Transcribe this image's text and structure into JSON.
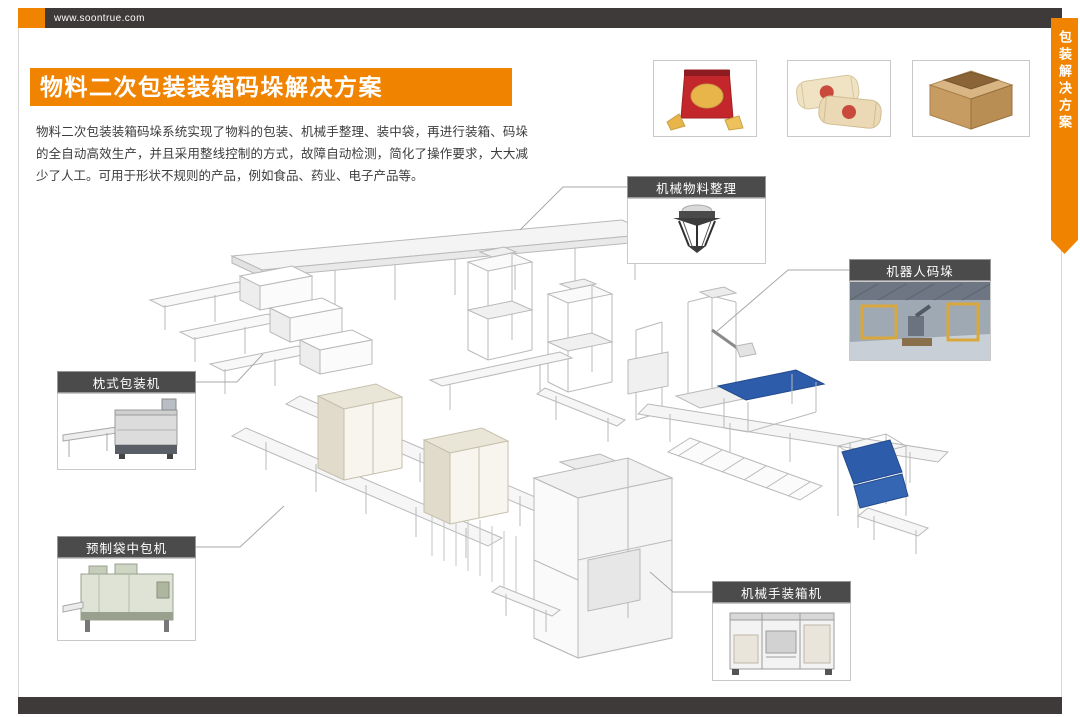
{
  "colors": {
    "accent_orange": "#F08300",
    "bar_dark": "#3E3A39",
    "label_gray": "#4B4B4B",
    "pallet_blue": "#2D5CAB"
  },
  "header": {
    "website": "www.soontrue.com"
  },
  "ribbon": {
    "vertical_text": "包装解决方案"
  },
  "intro": {
    "title": "物料二次包装装箱码垛解决方案",
    "description": "物料二次包装装箱码垛系统实现了物料的包装、机械手整理、装中袋，再进行装箱、码垛的全自动高效生产，并且采用整线控制的方式，故障自动检测，简化了操作要求，大大减少了人工。可用于形状不规则的产品，例如食品、药业、电子产品等。"
  },
  "product_photos": [
    {
      "name": "snack-pouch"
    },
    {
      "name": "pillow-packs"
    },
    {
      "name": "carton-box"
    }
  ],
  "callouts": [
    {
      "label": "机械物料整理"
    },
    {
      "label": "机器人码垛"
    },
    {
      "label": "枕式包装机"
    },
    {
      "label": "预制袋中包机"
    },
    {
      "label": "机械手装箱机"
    }
  ]
}
